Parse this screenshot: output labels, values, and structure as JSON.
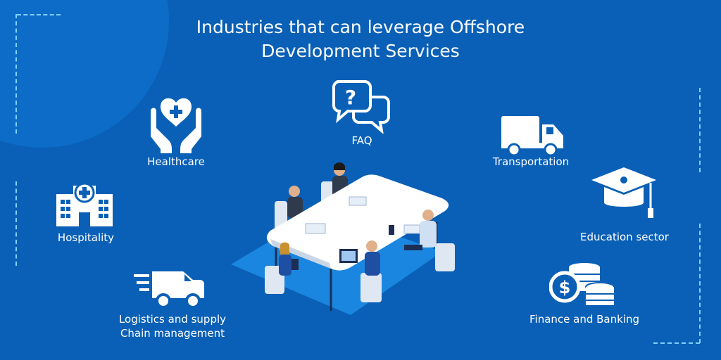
{
  "title_line1": "Industries that can leverage Offshore",
  "title_line2": "Development Services",
  "industries": {
    "faq": "FAQ",
    "healthcare": "Healthcare",
    "transportation": "Transportation",
    "hospitality": "Hospitality",
    "education": "Education sector",
    "logistics_line1": "Logistics and supply",
    "logistics_line2": "Chain management",
    "finance": "Finance and Banking"
  },
  "icons": {
    "faq": "speech-bubbles-question-icon",
    "healthcare": "hands-heart-icon",
    "transportation": "delivery-truck-icon",
    "hospitality": "hospital-building-icon",
    "education": "graduation-cap-icon",
    "logistics": "fast-delivery-van-icon",
    "finance": "coin-stacks-dollar-icon"
  },
  "colors": {
    "background": "#0a60b6",
    "accent_dash": "#7fd0ff",
    "floor": "#1a86e0",
    "text": "#ffffff"
  }
}
